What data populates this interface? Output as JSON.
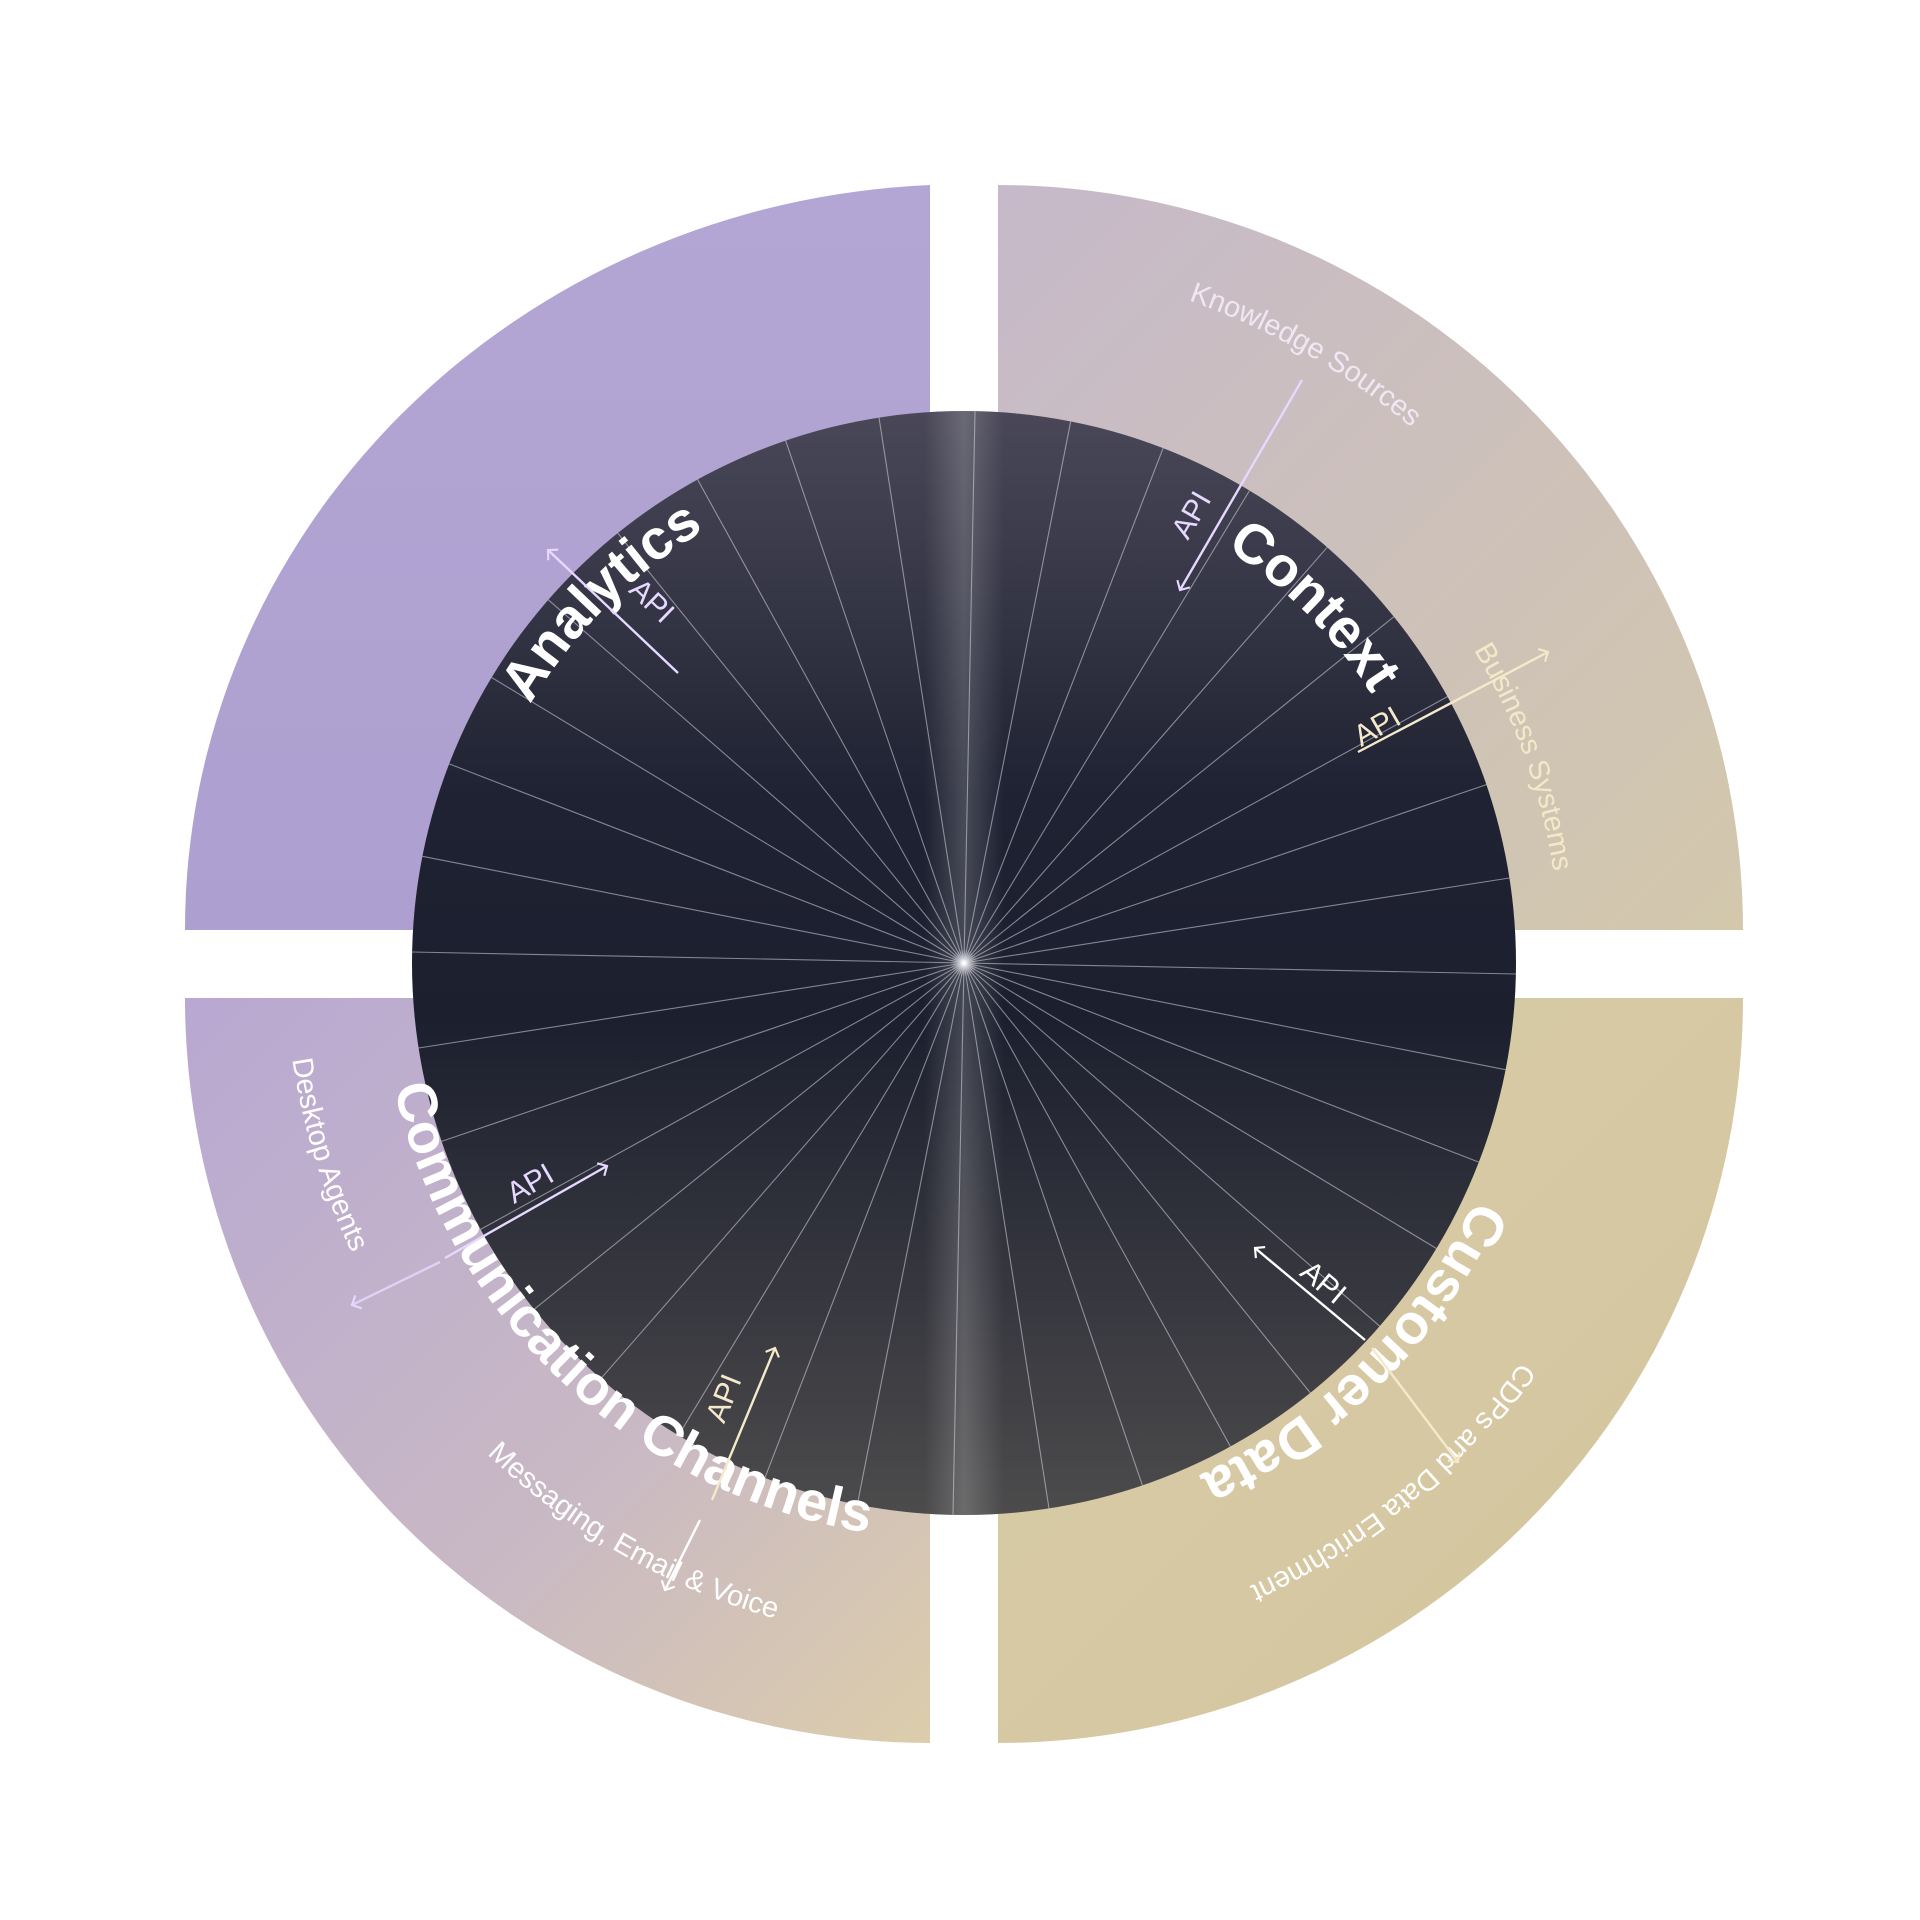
{
  "quadrants": {
    "analytics": {
      "title": "Analytics",
      "color": "#ae9fcf"
    },
    "context": {
      "title": "Context",
      "subtitle_a": "Knowledge Sources",
      "subtitle_b": "Business Systems",
      "color": "#c9bcc0"
    },
    "communication": {
      "title": "Communication Channels",
      "subtitle_a": "Desktop Agents",
      "subtitle_b": "Messaging, Email & Voice",
      "color": "#c2b5c6"
    },
    "customer": {
      "title": "Customer Data",
      "subtitle_a": "CDPs and Data Enrichment",
      "color": "#d6c9a4"
    }
  },
  "api": {
    "analytics": "API",
    "knowledge": "API",
    "business": "API",
    "desktop": "API",
    "messaging": "API",
    "customer": "API"
  },
  "colors": {
    "hub_dark": "#1d2030",
    "hub_gray": "#4a4a4e",
    "spoke": "#d9d9e6",
    "lavender_text": "#e9dcff",
    "cream_text": "#f6ecc9"
  },
  "hub": {
    "spoke_count": 36
  }
}
